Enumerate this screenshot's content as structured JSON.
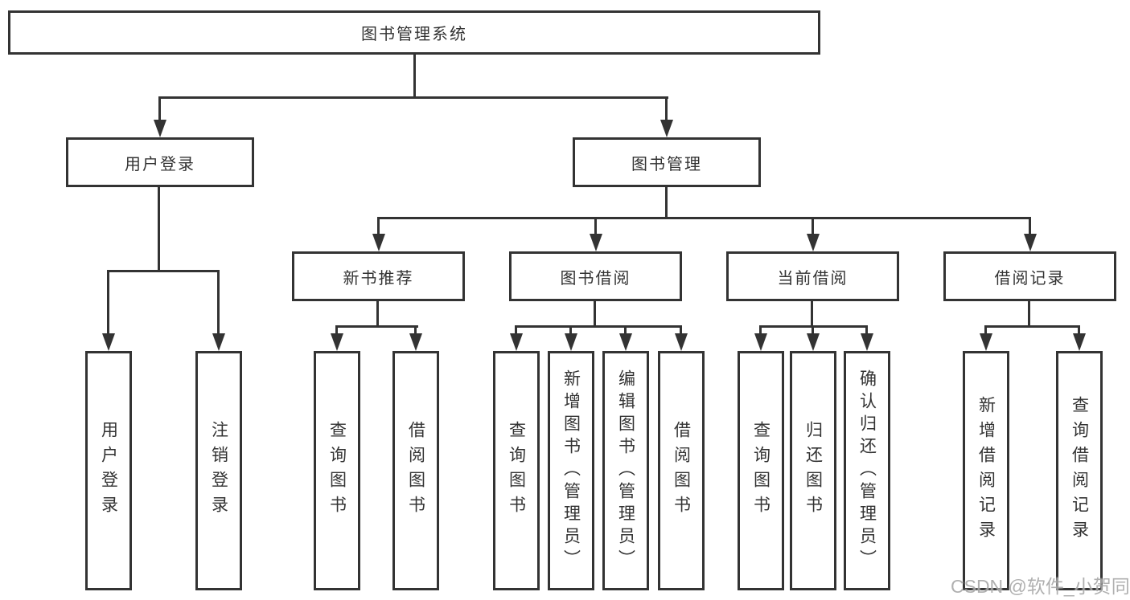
{
  "diagram": {
    "title": "图书管理系统",
    "watermark": "CSDN @软件_小贺同学",
    "colors": {
      "line": "#333333",
      "text": "#333333",
      "background": "#ffffff",
      "watermark": "#a8a8a8"
    },
    "branches": [
      {
        "label": "用户登录",
        "children": [
          {
            "label": "用户登录"
          },
          {
            "label": "注销登录"
          }
        ]
      },
      {
        "label": "图书管理",
        "children": [
          {
            "label": "新书推荐",
            "children": [
              {
                "label": "查询图书"
              },
              {
                "label": "借阅图书"
              }
            ]
          },
          {
            "label": "图书借阅",
            "children": [
              {
                "label": "查询图书"
              },
              {
                "label": "新增图书（管理员）"
              },
              {
                "label": "编辑图书（管理员）"
              },
              {
                "label": "借阅图书"
              }
            ]
          },
          {
            "label": "当前借阅",
            "children": [
              {
                "label": "查询图书"
              },
              {
                "label": "归还图书"
              },
              {
                "label": "确认归还（管理员）"
              }
            ]
          },
          {
            "label": "借阅记录",
            "children": [
              {
                "label": "新增借阅记录"
              },
              {
                "label": "查询借阅记录"
              }
            ]
          }
        ]
      }
    ]
  }
}
